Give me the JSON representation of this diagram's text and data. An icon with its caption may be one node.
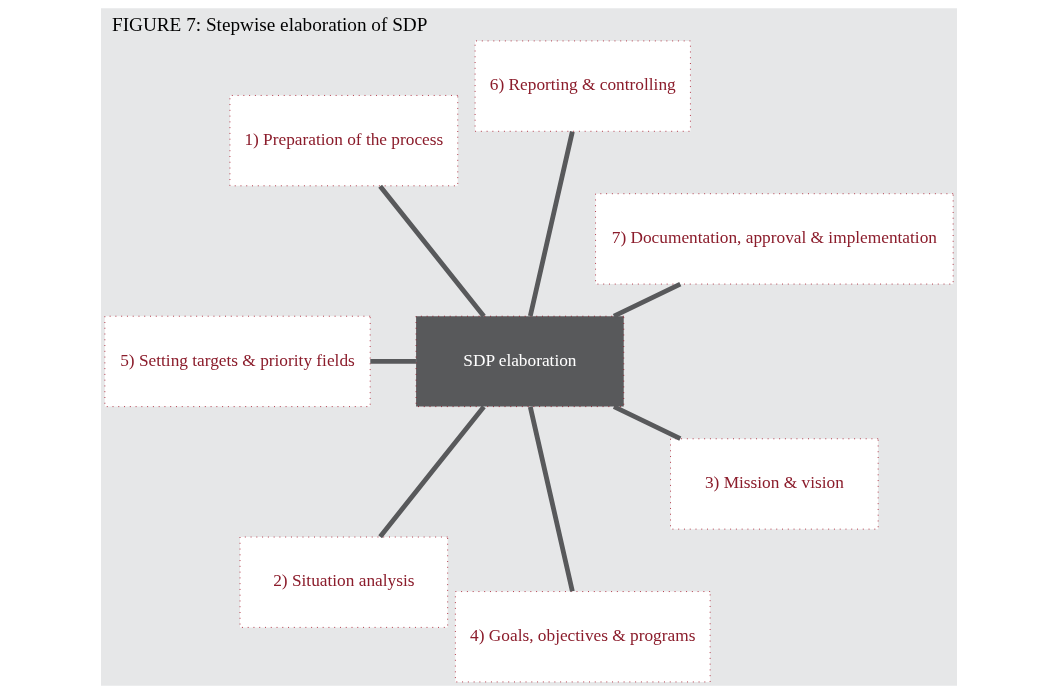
{
  "diagram": {
    "title": "FIGURE 7: Stepwise elaboration of SDP",
    "nodes": [
      {
        "text": [
          "7) Documentation, approval & implementation"
        ]
      },
      {
        "text": [
          "6) Reporting & controlling"
        ]
      },
      {
        "text": [
          "1) Preparation of the process"
        ]
      },
      {
        "text": [
          "SDP elaboration"
        ]
      },
      {
        "text": [
          "5) Setting targets & priority fields"
        ]
      },
      {
        "text": [
          "2) Situation analysis"
        ]
      },
      {
        "text": [
          "4) Goals, objectives & programs"
        ]
      },
      {
        "text": [
          "3) Mission & vision"
        ]
      }
    ],
    "edges": [
      {
        "from": 3,
        "to": 2,
        "arrow": "none"
      },
      {
        "from": 3,
        "to": 5,
        "arrow": "none"
      },
      {
        "from": 3,
        "to": 7,
        "arrow": "none"
      },
      {
        "from": 3,
        "to": 6,
        "arrow": "none"
      },
      {
        "from": 3,
        "to": 4,
        "arrow": "none"
      },
      {
        "from": 3,
        "to": 1,
        "arrow": "none"
      },
      {
        "from": 3,
        "to": 0,
        "arrow": "none"
      }
    ]
  }
}
